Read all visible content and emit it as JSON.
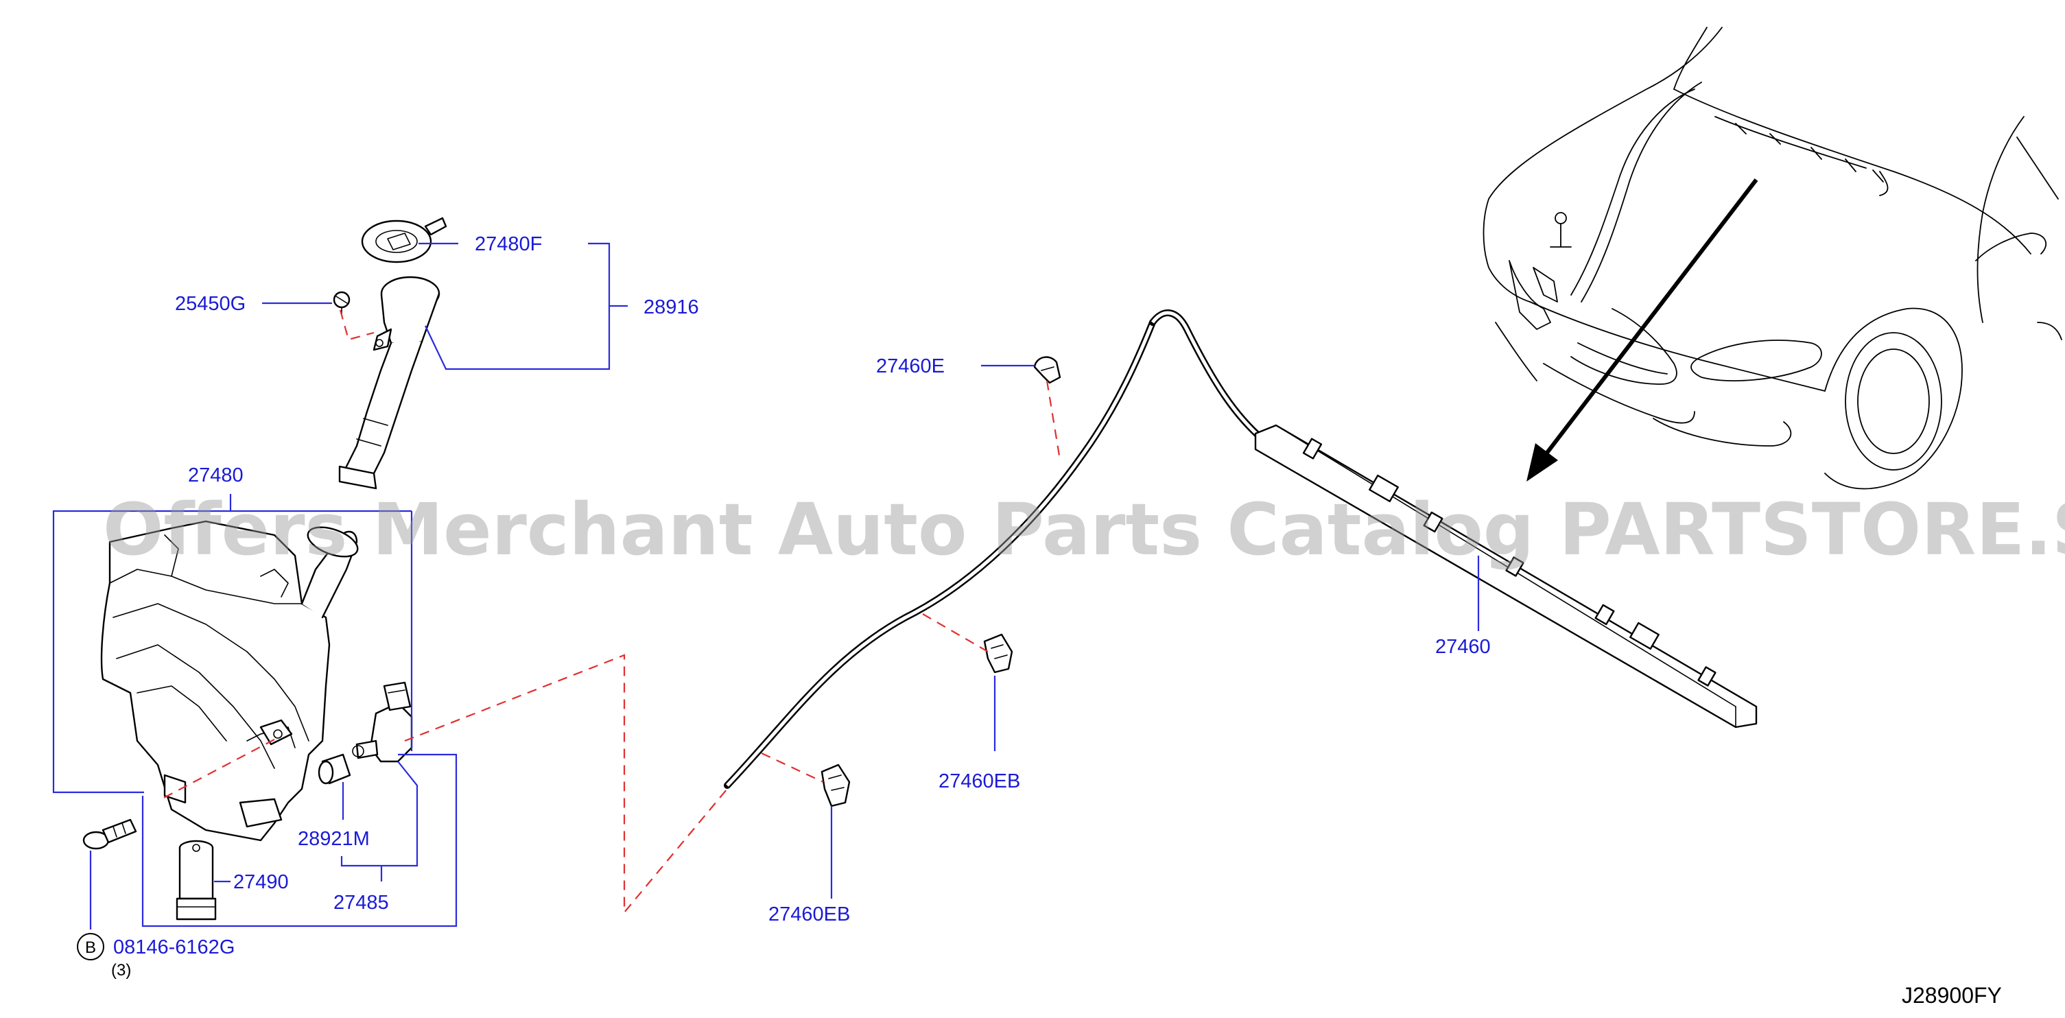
{
  "diagram_code": "J28900FY",
  "watermark": "Offers Merchant Auto Parts Catalog PARTSTORE.SA",
  "parts": {
    "p27480F": "27480F",
    "p25450G": "25450G",
    "p28916": "28916",
    "p27480": "27480",
    "p28921M": "28921M",
    "p27490": "27490",
    "p27485": "27485",
    "p08146": "08146-6162G",
    "p08146_qty": "(3)",
    "p08146_marker": "B",
    "p27460E": "27460E",
    "p27460EB_upper": "27460EB",
    "p27460EB_lower": "27460EB",
    "p27460": "27460"
  },
  "colors": {
    "label": "#1a1ad6",
    "leader": "#2a2adf",
    "dashed_reference": "#e03030",
    "line_art": "#000000"
  }
}
